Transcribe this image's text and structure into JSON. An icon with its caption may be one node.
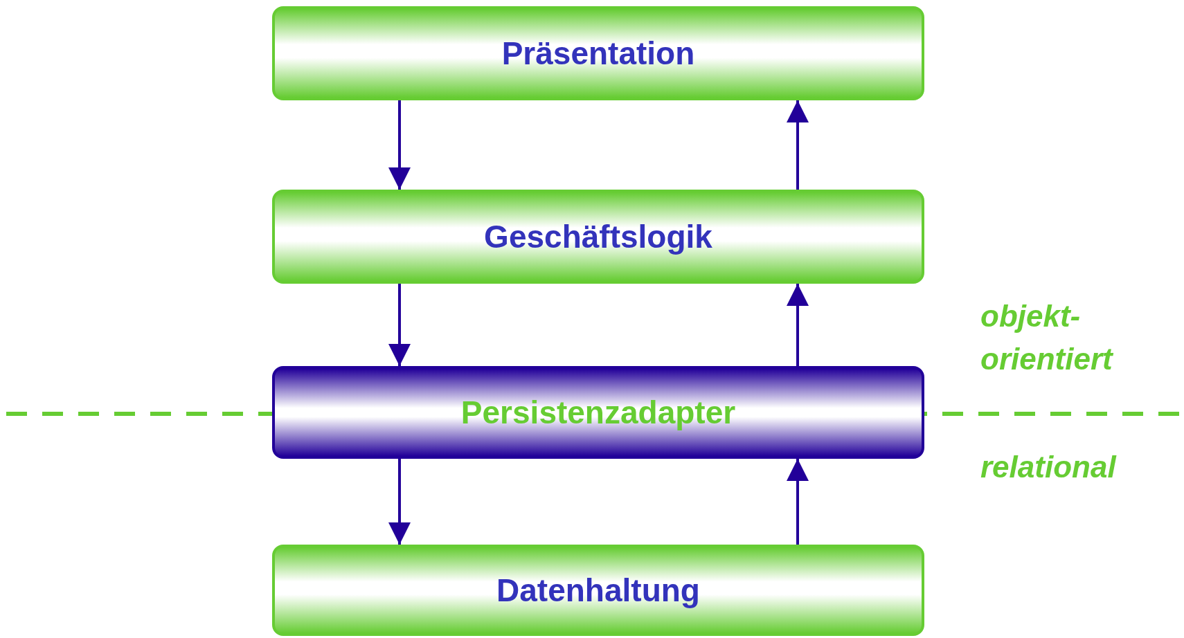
{
  "diagram": {
    "nodes": [
      {
        "text": [
          "Präsentation"
        ]
      },
      {
        "text": [
          "Geschäftslogik"
        ]
      },
      {
        "text": [
          "Persistenzadapter"
        ]
      },
      {
        "text": [
          "Datenhaltung"
        ]
      }
    ],
    "edges": [
      {
        "from": 0,
        "to": 1,
        "arrow": "to"
      },
      {
        "from": 1,
        "to": 0,
        "arrow": "to"
      },
      {
        "from": 1,
        "to": 2,
        "arrow": "to"
      },
      {
        "from": 2,
        "to": 1,
        "arrow": "to"
      },
      {
        "from": 2,
        "to": 3,
        "arrow": "to"
      },
      {
        "from": 3,
        "to": 2,
        "arrow": "to"
      }
    ],
    "labels": [
      "objekt- orientiert",
      "relational"
    ]
  }
}
